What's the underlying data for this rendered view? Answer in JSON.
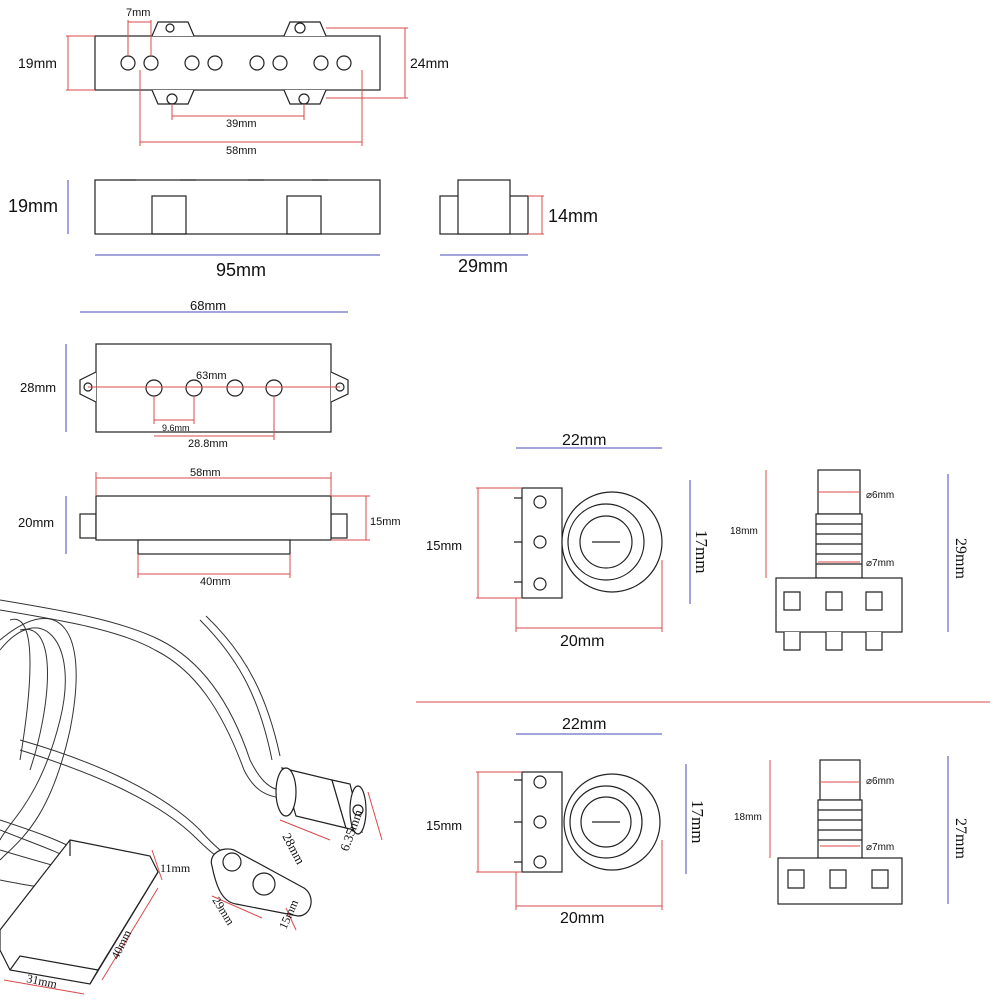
{
  "jazz_top": {
    "height_left": "19mm",
    "height_right": "24mm",
    "pole_gap": "7mm",
    "screw_span": "39mm",
    "pole_span": "58mm"
  },
  "jazz_side": {
    "height": "19mm",
    "length": "95mm",
    "end_height": "14mm",
    "end_width": "29mm"
  },
  "pbass_top": {
    "width_top": "68mm",
    "height": "28mm",
    "hole_span": "63mm",
    "pole_gap": "9.6mm",
    "pole_span": "28.8mm"
  },
  "pbass_side": {
    "top_width": "58mm",
    "height_left": "20mm",
    "height_right": "15mm",
    "bottom_width": "40mm"
  },
  "pot_long": {
    "width_top": "22mm",
    "height_left": "15mm",
    "height_right": "17mm",
    "width_bottom": "20mm",
    "shaft_dia": "⌀6mm",
    "thread_dia": "⌀7mm",
    "shaft_length": "18mm",
    "total_height": "29mm"
  },
  "pot_short": {
    "width_top": "22mm",
    "height_left": "15mm",
    "height_right": "17mm",
    "width_bottom": "20mm",
    "shaft_dia": "⌀6mm",
    "thread_dia": "⌀7mm",
    "shaft_length": "18mm",
    "total_height": "27mm"
  },
  "wiring": {
    "jack_length": "28mm",
    "jack_dia": "6.35mm",
    "clip_width": "29mm",
    "clip_height": "15mm",
    "box_height": "11mm",
    "box_length": "40mm",
    "box_width": "31mm"
  }
}
